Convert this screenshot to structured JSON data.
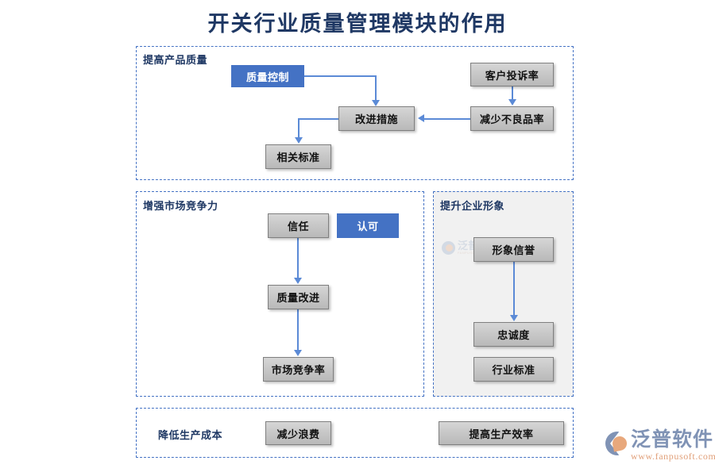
{
  "page": {
    "title": "开关行业质量管理模块的作用",
    "title_color": "#1f3864",
    "background": "#ffffff"
  },
  "theme": {
    "accent_blue": "#4472c4",
    "connector_blue": "#5b8ad6",
    "node_gray": "#c8c8c8",
    "panel_border": "#4472c4",
    "shaded_panel_bg": "#f1f1f1"
  },
  "sections": [
    {
      "id": "improve-product-quality",
      "title": "提高产品质量",
      "nodes": [
        {
          "id": "quality-control",
          "label": "质量控制",
          "style": "blue"
        },
        {
          "id": "customer-complaint-rate",
          "label": "客户投诉率",
          "style": "gray"
        },
        {
          "id": "improvement-measures",
          "label": "改进措施",
          "style": "gray"
        },
        {
          "id": "reduce-defect-rate",
          "label": "减少不良品率",
          "style": "gray"
        },
        {
          "id": "relevant-standards",
          "label": "相关标准",
          "style": "gray"
        }
      ],
      "connections": [
        {
          "from": "quality-control",
          "to": "improvement-measures"
        },
        {
          "from": "customer-complaint-rate",
          "to": "reduce-defect-rate"
        },
        {
          "from": "reduce-defect-rate",
          "to": "improvement-measures"
        },
        {
          "from": "improvement-measures",
          "to": "relevant-standards"
        }
      ]
    },
    {
      "id": "enhance-market-competitiveness",
      "title": "增强市场竞争力",
      "nodes": [
        {
          "id": "trust",
          "label": "信任",
          "style": "gray"
        },
        {
          "id": "recognition",
          "label": "认可",
          "style": "blue"
        },
        {
          "id": "quality-improve",
          "label": "质量改进",
          "style": "gray"
        },
        {
          "id": "market-competition",
          "label": "市场竞争率",
          "style": "gray"
        }
      ],
      "connections": [
        {
          "from": "trust",
          "to": "quality-improve"
        },
        {
          "from": "quality-improve",
          "to": "market-competition"
        }
      ]
    },
    {
      "id": "enhance-corporate-image",
      "title": "提升企业形象",
      "nodes": [
        {
          "id": "image-reputation",
          "label": "形象信誉",
          "style": "gray"
        },
        {
          "id": "loyalty",
          "label": "忠诚度",
          "style": "gray"
        },
        {
          "id": "industry-standard",
          "label": "行业标准",
          "style": "gray"
        }
      ],
      "connections": [
        {
          "from": "image-reputation",
          "to": "loyalty"
        }
      ]
    },
    {
      "id": "reduce-production-cost",
      "title": "降低生产成本",
      "nodes": [
        {
          "id": "reduce-waste",
          "label": "减少浪费",
          "style": "gray"
        },
        {
          "id": "improve-efficiency",
          "label": "提高生产效率",
          "style": "gray"
        }
      ],
      "connections": []
    }
  ],
  "watermark": {
    "text": "泛普软件",
    "sub": "FANPUSOFT.COM"
  },
  "brand": {
    "name": "泛普软件",
    "url": "www.fanpusoft.com"
  }
}
